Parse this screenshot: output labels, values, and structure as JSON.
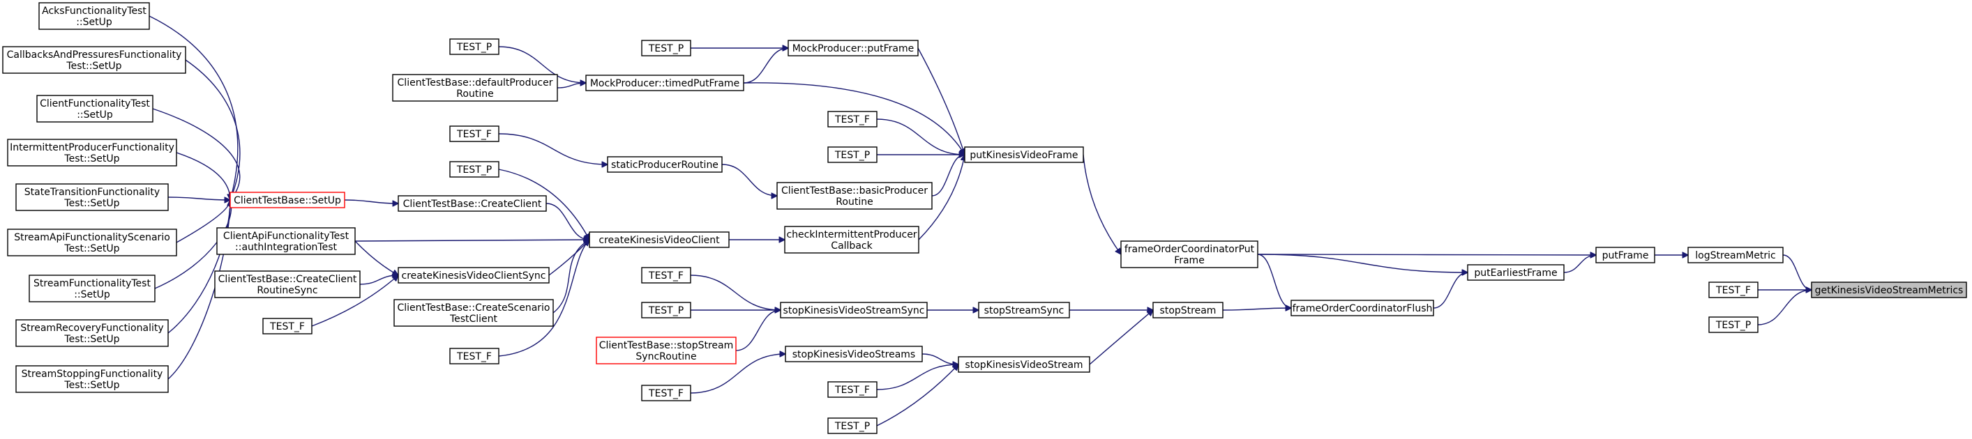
{
  "colors": {
    "edge": "#191970",
    "node_border": "#000000",
    "node_fill": "#ffffff",
    "highlight_border": "#ff0000",
    "root_fill": "#bfbfbf",
    "text": "#000000"
  },
  "nodes": [
    {
      "id": "acks",
      "lines": [
        "AcksFunctionalityTest",
        "::SetUp"
      ]
    },
    {
      "id": "callbacks",
      "lines": [
        "CallbacksAndPressuresFunctionality",
        "Test::SetUp"
      ]
    },
    {
      "id": "clientfunc",
      "lines": [
        "ClientFunctionalityTest",
        "::SetUp"
      ]
    },
    {
      "id": "intermittent",
      "lines": [
        "IntermittentProducerFunctionality",
        "Test::SetUp"
      ]
    },
    {
      "id": "statetrans",
      "lines": [
        "StateTransitionFunctionality",
        "Test::SetUp"
      ]
    },
    {
      "id": "streamapi",
      "lines": [
        "StreamApiFunctionalityScenario",
        "Test::SetUp"
      ]
    },
    {
      "id": "streamfunc",
      "lines": [
        "StreamFunctionalityTest",
        "::SetUp"
      ]
    },
    {
      "id": "streamrecovery",
      "lines": [
        "StreamRecoveryFunctionality",
        "Test::SetUp"
      ]
    },
    {
      "id": "streamstopping",
      "lines": [
        "StreamStoppingFunctionality",
        "Test::SetUp"
      ]
    },
    {
      "id": "setup",
      "lines": [
        "ClientTestBase::SetUp"
      ],
      "style": "highlight"
    },
    {
      "id": "createclient",
      "lines": [
        "ClientTestBase::CreateClient"
      ]
    },
    {
      "id": "authint",
      "lines": [
        "ClientApiFunctionalityTest",
        "::authIntegrationTest"
      ]
    },
    {
      "id": "createsync",
      "lines": [
        "createKinesisVideoClientSync"
      ]
    },
    {
      "id": "createclientroutine",
      "lines": [
        "ClientTestBase::CreateClient",
        "RoutineSync"
      ]
    },
    {
      "id": "testf_a",
      "lines": [
        "TEST_F"
      ]
    },
    {
      "id": "createscenario",
      "lines": [
        "ClientTestBase::CreateScenario",
        "TestClient"
      ]
    },
    {
      "id": "testf_b",
      "lines": [
        "TEST_F"
      ]
    },
    {
      "id": "testp_a",
      "lines": [
        "TEST_P"
      ]
    },
    {
      "id": "defaultproducer",
      "lines": [
        "ClientTestBase::defaultProducer",
        "Routine"
      ]
    },
    {
      "id": "testf_c",
      "lines": [
        "TEST_F"
      ]
    },
    {
      "id": "testp_b",
      "lines": [
        "TEST_P"
      ]
    },
    {
      "id": "createkvc",
      "lines": [
        "createKinesisVideoClient"
      ]
    },
    {
      "id": "testp_c",
      "lines": [
        "TEST_P"
      ]
    },
    {
      "id": "mockput",
      "lines": [
        "MockProducer::putFrame"
      ]
    },
    {
      "id": "mocktimed",
      "lines": [
        "MockProducer::timedPutFrame"
      ]
    },
    {
      "id": "staticproducer",
      "lines": [
        "staticProducerRoutine"
      ]
    },
    {
      "id": "basicproducer",
      "lines": [
        "ClientTestBase::basicProducer",
        "Routine"
      ]
    },
    {
      "id": "checkintermittent",
      "lines": [
        "checkIntermittentProducer",
        "Callback"
      ]
    },
    {
      "id": "testf_d",
      "lines": [
        "TEST_F"
      ]
    },
    {
      "id": "testp_d",
      "lines": [
        "TEST_P"
      ]
    },
    {
      "id": "putkvf",
      "lines": [
        "putKinesisVideoFrame"
      ]
    },
    {
      "id": "testf_e",
      "lines": [
        "TEST_F"
      ]
    },
    {
      "id": "testp_e",
      "lines": [
        "TEST_P"
      ]
    },
    {
      "id": "stopstreamsyncroutine",
      "lines": [
        "ClientTestBase::stopStream",
        "SyncRoutine"
      ],
      "style": "highlight"
    },
    {
      "id": "stopkvss",
      "lines": [
        "stopKinesisVideoStreamSync"
      ]
    },
    {
      "id": "stopkvstreams",
      "lines": [
        "stopKinesisVideoStreams"
      ]
    },
    {
      "id": "testf_f",
      "lines": [
        "TEST_F"
      ]
    },
    {
      "id": "testf_g",
      "lines": [
        "TEST_F"
      ]
    },
    {
      "id": "testp_f",
      "lines": [
        "TEST_P"
      ]
    },
    {
      "id": "stopkvstream",
      "lines": [
        "stopKinesisVideoStream"
      ]
    },
    {
      "id": "stopstreamsync",
      "lines": [
        "stopStreamSync"
      ]
    },
    {
      "id": "stopstream",
      "lines": [
        "stopStream"
      ]
    },
    {
      "id": "focput",
      "lines": [
        "frameOrderCoordinatorPut",
        "Frame"
      ]
    },
    {
      "id": "focflush",
      "lines": [
        "frameOrderCoordinatorFlush"
      ]
    },
    {
      "id": "putearliest",
      "lines": [
        "putEarliestFrame"
      ]
    },
    {
      "id": "putframe",
      "lines": [
        "putFrame"
      ]
    },
    {
      "id": "logmetric",
      "lines": [
        "logStreamMetric"
      ]
    },
    {
      "id": "testf_h",
      "lines": [
        "TEST_F"
      ]
    },
    {
      "id": "testp_h",
      "lines": [
        "TEST_P"
      ]
    },
    {
      "id": "getmetrics",
      "lines": [
        "getKinesisVideoStreamMetrics"
      ],
      "style": "root"
    }
  ],
  "edges": [
    [
      "acks",
      "setup"
    ],
    [
      "callbacks",
      "setup"
    ],
    [
      "clientfunc",
      "setup"
    ],
    [
      "intermittent",
      "setup"
    ],
    [
      "statetrans",
      "setup"
    ],
    [
      "streamapi",
      "setup"
    ],
    [
      "streamfunc",
      "setup"
    ],
    [
      "streamrecovery",
      "setup"
    ],
    [
      "streamstopping",
      "setup"
    ],
    [
      "setup",
      "createclient"
    ],
    [
      "createclient",
      "createkvc"
    ],
    [
      "authint",
      "createkvc"
    ],
    [
      "authint",
      "createsync"
    ],
    [
      "createclientroutine",
      "createsync"
    ],
    [
      "testf_a",
      "createsync"
    ],
    [
      "createsync",
      "createkvc"
    ],
    [
      "createscenario",
      "createkvc"
    ],
    [
      "testf_b",
      "createkvc"
    ],
    [
      "testp_b",
      "createkvc"
    ],
    [
      "createkvc",
      "checkintermittent"
    ],
    [
      "checkintermittent",
      "putkvf"
    ],
    [
      "testp_a",
      "mocktimed"
    ],
    [
      "defaultproducer",
      "mocktimed"
    ],
    [
      "testp_c",
      "mockput"
    ],
    [
      "mocktimed",
      "mockput"
    ],
    [
      "mocktimed",
      "putkvf"
    ],
    [
      "mockput",
      "putkvf"
    ],
    [
      "testf_c",
      "staticproducer"
    ],
    [
      "staticproducer",
      "basicproducer"
    ],
    [
      "basicproducer",
      "putkvf"
    ],
    [
      "testf_d",
      "putkvf"
    ],
    [
      "testp_d",
      "putkvf"
    ],
    [
      "putkvf",
      "focput"
    ],
    [
      "testf_e",
      "stopkvss"
    ],
    [
      "testp_e",
      "stopkvss"
    ],
    [
      "stopstreamsyncroutine",
      "stopkvss"
    ],
    [
      "stopkvss",
      "stopstreamsync"
    ],
    [
      "stopstreamsync",
      "stopstream"
    ],
    [
      "testf_f",
      "stopkvstreams"
    ],
    [
      "stopkvstreams",
      "stopkvstream"
    ],
    [
      "testf_g",
      "stopkvstream"
    ],
    [
      "testp_f",
      "stopkvstream"
    ],
    [
      "stopkvstream",
      "stopstream"
    ],
    [
      "stopstream",
      "focflush"
    ],
    [
      "focput",
      "focflush"
    ],
    [
      "focput",
      "putframe"
    ],
    [
      "focput",
      "putearliest"
    ],
    [
      "focflush",
      "putearliest"
    ],
    [
      "putearliest",
      "putframe"
    ],
    [
      "putframe",
      "logmetric"
    ],
    [
      "logmetric",
      "getmetrics"
    ],
    [
      "testf_h",
      "getmetrics"
    ],
    [
      "testp_h",
      "getmetrics"
    ]
  ]
}
